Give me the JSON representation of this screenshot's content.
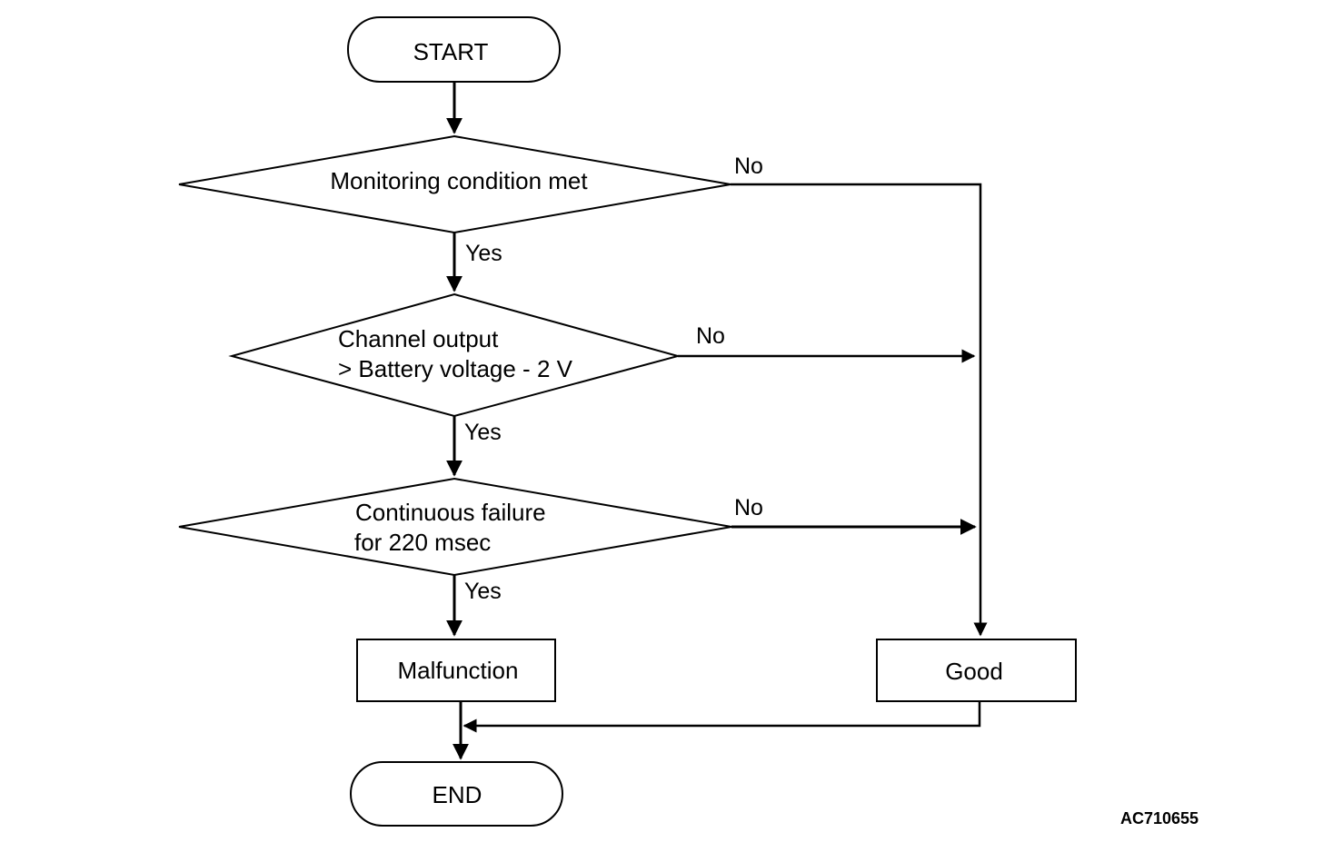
{
  "nodes": {
    "start": "START",
    "decision1": "Monitoring condition met",
    "decision2_line1": "Channel output",
    "decision2_line2": "> Battery voltage - 2 V",
    "decision3_line1": "Continuous failure",
    "decision3_line2": "for 220 msec",
    "malfunction": "Malfunction",
    "good": "Good",
    "end": "END"
  },
  "edges": {
    "d1_yes": "Yes",
    "d1_no": "No",
    "d2_yes": "Yes",
    "d2_no": "No",
    "d3_yes": "Yes",
    "d3_no": "No"
  },
  "figure_id": "AC710655"
}
